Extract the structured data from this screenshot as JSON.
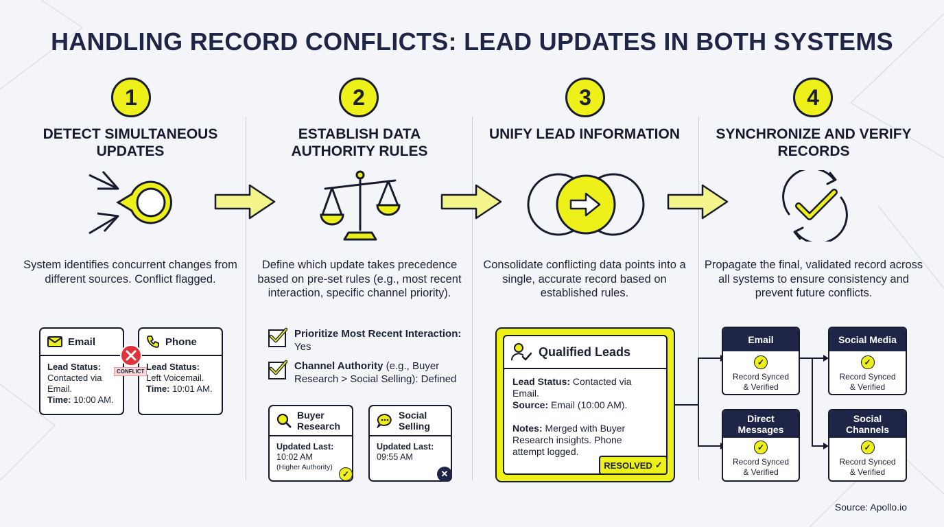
{
  "title": "HANDLING RECORD CONFLICTS: LEAD UPDATES IN BOTH SYSTEMS",
  "colors": {
    "accent": "#eef01a",
    "navy": "#1f2547",
    "ink": "#161a2c",
    "error": "#e0323c"
  },
  "steps": [
    {
      "number": "1",
      "heading": "DETECT SIMULTANEOUS UPDATES",
      "description": "System identifies concurrent changes from different sources. Conflict flagged."
    },
    {
      "number": "2",
      "heading": "ESTABLISH DATA AUTHORITY RULES",
      "description": "Define which update takes precedence based on pre-set rules (e.g., most recent interaction, specific channel priority)."
    },
    {
      "number": "3",
      "heading": "UNIFY LEAD INFORMATION",
      "description": "Consolidate conflicting data points into a single, accurate record based on established rules."
    },
    {
      "number": "4",
      "heading": "SYNCHRONIZE AND VERIFY RECORDS",
      "description": "Propagate the final, validated record across all systems to ensure consistency and prevent future conflicts."
    }
  ],
  "step1": {
    "email_card": {
      "title": "Email",
      "status_label": "Lead Status:",
      "status_value": "Contacted via Email.",
      "time_label": "Time:",
      "time_value": "10:00 AM."
    },
    "phone_card": {
      "title": "Phone",
      "status_label": "Lead Status:",
      "status_value": "Left Voicemail.",
      "time_label": "Time:",
      "time_value": "10:01 AM."
    },
    "conflict_badge": "CONFLICT"
  },
  "step2": {
    "rules": [
      {
        "label": "Prioritize Most Recent Interaction:",
        "value": "Yes"
      },
      {
        "label": "Channel Authority",
        "value": "(e.g., Buyer Research > Social Selling): Defined"
      }
    ],
    "buyer_card": {
      "title": "Buyer Research",
      "updated_label": "Updated Last:",
      "updated_value": "10:02 AM",
      "note": "(Higher Authority)"
    },
    "social_card": {
      "title": "Social Selling",
      "updated_label": "Updated Last:",
      "updated_value": "09:55 AM"
    }
  },
  "step3": {
    "card_title": "Qualified Leads",
    "status_label": "Lead Status:",
    "status_value": "Contacted via Email.",
    "source_label": "Source:",
    "source_value": "Email (10:00 AM).",
    "notes_label": "Notes:",
    "notes_value": "Merged with Buyer Research insights. Phone attempt logged.",
    "resolved": "RESOLVED"
  },
  "step4": {
    "systems": [
      {
        "name": "Email",
        "status": "Record Synced & Verified"
      },
      {
        "name": "Social Media",
        "status": "Record Synced & Verified"
      },
      {
        "name": "Direct Messages",
        "status": "Record Synced & Verified"
      },
      {
        "name": "Social Channels",
        "status": "Record Synced & Verified"
      }
    ]
  },
  "source": "Source: Apollo.io"
}
